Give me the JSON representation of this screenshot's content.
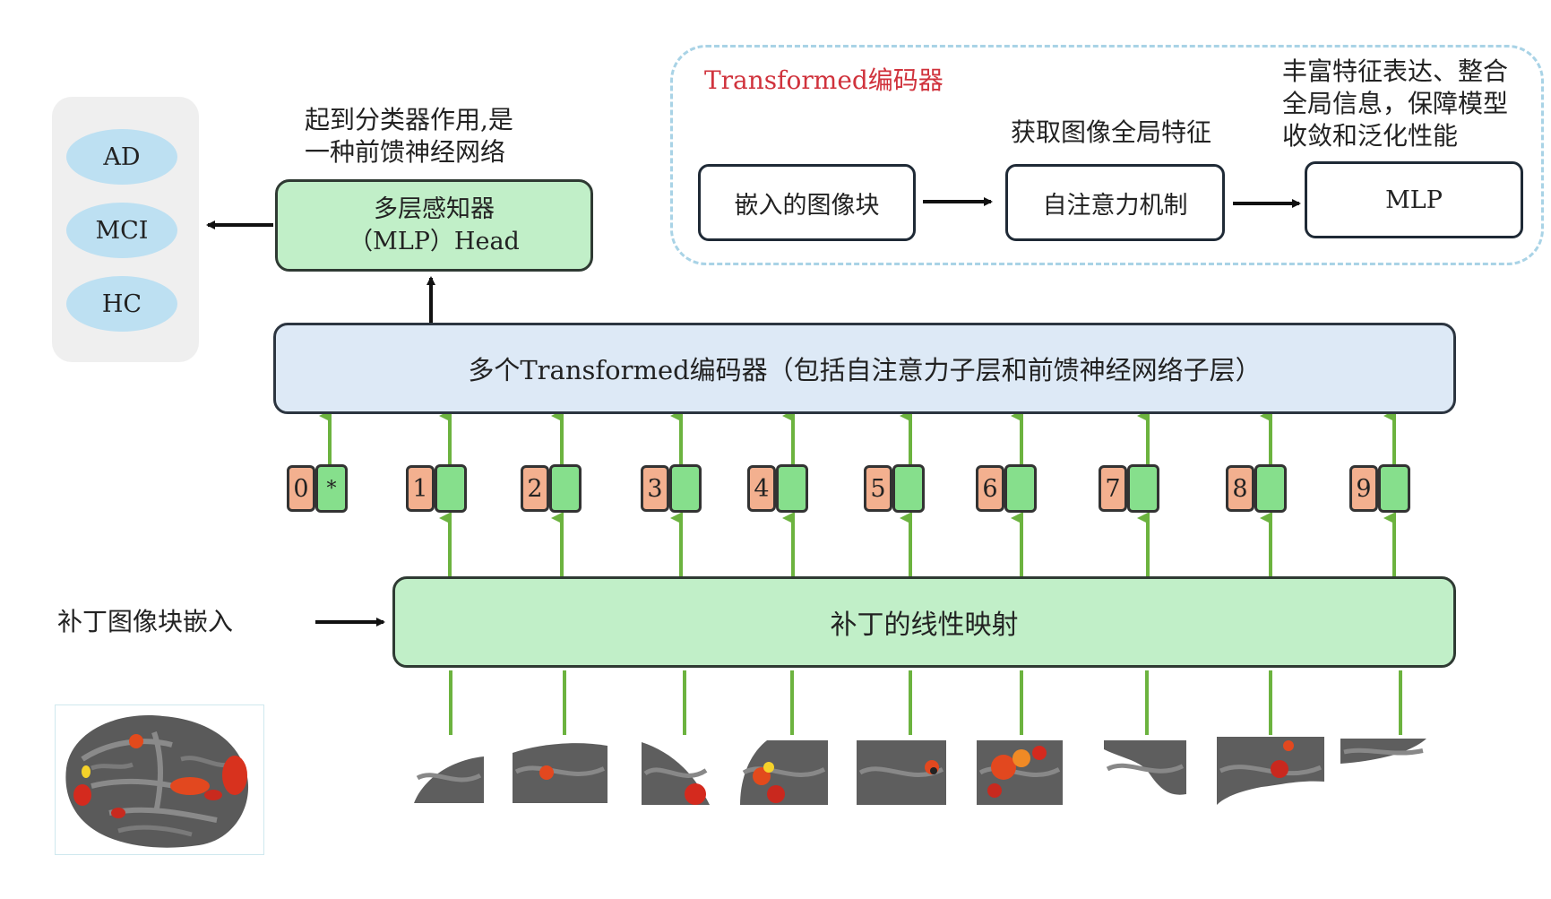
{
  "classes": [
    "AD",
    "MCI",
    "HC"
  ],
  "mlp_head": {
    "line1": "多层感知器",
    "line2": "（MLP）Head"
  },
  "mlp_note": {
    "line1": "起到分类器作用,是",
    "line2": "一种前馈神经网络"
  },
  "encoder_panel": {
    "title": "Transformed编码器",
    "box_embed": "嵌入的图像块",
    "box_attention": "自注意力机制",
    "box_mlp": "MLP",
    "note_attention": "获取图像全局特征",
    "note_mlp": {
      "line1": "丰富特征表达、整合",
      "line2": "全局信息，保障模型",
      "line3": "收敛和泛化性能"
    }
  },
  "encoders_box": "多个Transformed编码器（包括自注意力子层和前馈神经网络子层）",
  "tokens": [
    "0",
    "1",
    "2",
    "3",
    "4",
    "5",
    "6",
    "7",
    "8",
    "9"
  ],
  "class_token_mark": "*",
  "patch_embed_label": "补丁图像块嵌入",
  "linear_projection": "补丁的线性映射",
  "colors": {
    "green_arrow": "#6cb33f",
    "title_red": "#d0323c",
    "green_box": "#c1efc8",
    "blue_box": "#dde9f6",
    "token_orange": "#f3b08f",
    "token_green": "#86df8c"
  }
}
